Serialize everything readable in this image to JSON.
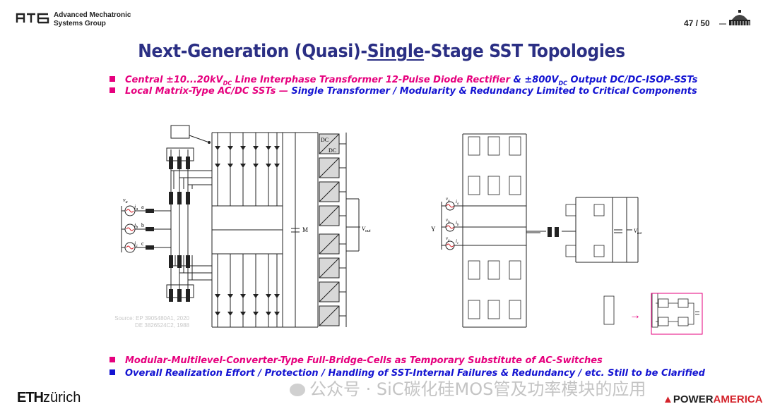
{
  "header": {
    "org_line1": "Advanced Mechatronic",
    "org_line2": "Systems Group",
    "page_number": "47 / 50"
  },
  "title": {
    "part1": "Next-Generation (Quasi)-",
    "underlined": "Single",
    "part2": "-Stage SST Topologies"
  },
  "bullets_top": [
    {
      "a": "Central ±10...20kV",
      "sub1": "DC",
      "b": " Line Interphase Transformer 12-Pulse Diode Rectifier ",
      "c": "& ±800V",
      "sub2": "DC",
      "d": " Output DC/DC-ISOP-SSTs"
    },
    {
      "a": "Local Matrix-Type AC/DC SSTs  —  ",
      "b": "Single Transformer / Modularity & Redundancy Limited to Critical Components"
    }
  ],
  "bullets_bottom": [
    {
      "text": "Modular-Multilevel-Converter-Type Full-Bridge-Cells as Temporary Substitute of AC-Switches"
    },
    {
      "text": "Overall Realization Effort / Protection / Handling of SST-Internal Failures & Redundancy / etc. Still to be Clarified"
    }
  ],
  "figure_left": {
    "source_line1": "Source: EP 3905480A1, 2020",
    "source_line2": "DE 3826524C2, 1988",
    "label_va": "v",
    "label_va_sub": "a",
    "label_ia": "i",
    "label_ia_sub": "a",
    "label_ib": "i",
    "label_ib_sub": "b",
    "label_ic": "i",
    "label_ic_sub": "c",
    "phase_a": "a",
    "phase_b": "b",
    "phase_c": "c",
    "midpoint": "M",
    "vout": "V",
    "vout_sub": "out",
    "dc_top": "DC",
    "dc_bottom": "DC"
  },
  "figure_right": {
    "neutral": "Y",
    "label_va": "v",
    "label_va_sub": "a",
    "label_vb": "v",
    "label_vb_sub": "b",
    "label_vc": "v",
    "label_vc_sub": "c",
    "label_ia": "i",
    "label_ia_sub": "a",
    "label_ib": "i",
    "label_ib_sub": "b",
    "label_ic": "i",
    "label_ic_sub": "c",
    "vout": "V",
    "vout_sub": "out",
    "arrow": "→"
  },
  "footer": {
    "eth_bold": "ETH",
    "eth_rest": "zürich",
    "watermark": "公众号 · SiC碳化硅MOS管及功率模块的应用",
    "power_america_1": "POWER",
    "power_america_2": "AMERICA"
  },
  "colors": {
    "title": "#2b2f84",
    "pink": "#e6007e",
    "blue": "#1414d2",
    "accent_red": "#d4232b"
  }
}
